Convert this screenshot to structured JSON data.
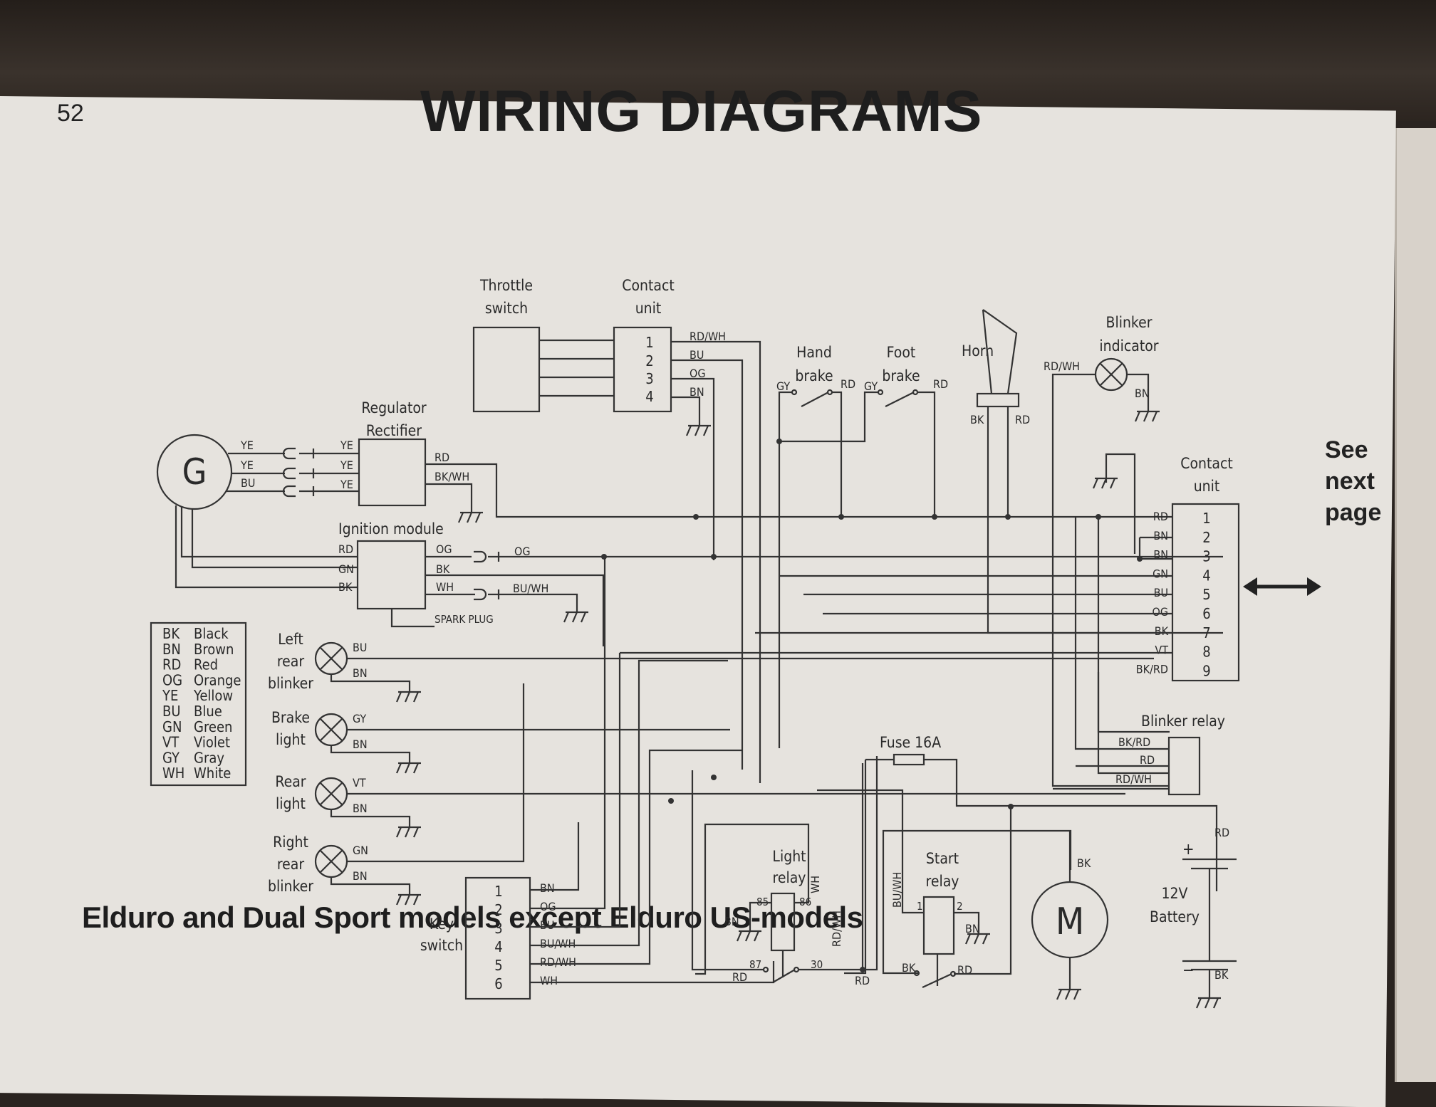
{
  "page": {
    "number": "52",
    "title": "WIRING DIAGRAMS",
    "caption": "Elduro and Dual Sport models except Elduro US-models",
    "see_next": [
      "See",
      "next",
      "page"
    ]
  },
  "legend": [
    {
      "code": "BK",
      "color": "Black"
    },
    {
      "code": "BN",
      "color": "Brown"
    },
    {
      "code": "RD",
      "color": "Red"
    },
    {
      "code": "OG",
      "color": "Orange"
    },
    {
      "code": "YE",
      "color": "Yellow"
    },
    {
      "code": "BU",
      "color": "Blue"
    },
    {
      "code": "GN",
      "color": "Green"
    },
    {
      "code": "VT",
      "color": "Violet"
    },
    {
      "code": "GY",
      "color": "Gray"
    },
    {
      "code": "WH",
      "color": "White"
    }
  ],
  "components": {
    "generator": {
      "symbol": "G",
      "wires": [
        "YE",
        "YE",
        "BU"
      ]
    },
    "regulator": {
      "name": [
        "Regulator",
        "Rectifier"
      ],
      "inputs": [
        "YE",
        "YE",
        "YE"
      ],
      "outputs": [
        "RD",
        "BK/WH"
      ]
    },
    "ignition": {
      "name": "Ignition module",
      "inputs": [
        "RD",
        "GN",
        "BK"
      ],
      "outputs": [
        "OG",
        "BK",
        "WH"
      ],
      "connector_labels": [
        "OG",
        "BU/WH"
      ],
      "spark": "SPARK PLUG"
    },
    "throttle": {
      "name": [
        "Throttle",
        "switch"
      ]
    },
    "contact_unit_top": {
      "name": [
        "Contact",
        "unit"
      ],
      "pins": [
        "1",
        "2",
        "3",
        "4"
      ],
      "wires": [
        "RD/WH",
        "BU",
        "OG",
        "BN"
      ]
    },
    "hand_brake": {
      "name": [
        "Hand",
        "brake"
      ],
      "wires": [
        "GY",
        "RD"
      ]
    },
    "foot_brake": {
      "name": [
        "Foot",
        "brake"
      ],
      "wires": [
        "GY",
        "RD"
      ]
    },
    "horn": {
      "name": "Horn",
      "wires": [
        "BK",
        "RD"
      ]
    },
    "blinker_indicator": {
      "name": [
        "Blinker",
        "indicator"
      ],
      "wires": [
        "RD/WH",
        "BN"
      ]
    },
    "contact_unit_right": {
      "name": [
        "Contact",
        "unit"
      ],
      "pins": [
        "1",
        "2",
        "3",
        "4",
        "5",
        "6",
        "7",
        "8",
        "9"
      ],
      "wires": [
        "RD",
        "BN",
        "BN",
        "GN",
        "BU",
        "OG",
        "BK",
        "VT",
        "BK/RD"
      ]
    },
    "lamps": [
      {
        "name": [
          "Left",
          "rear",
          "blinker"
        ],
        "wires": [
          "BU",
          "BN"
        ]
      },
      {
        "name": [
          "Brake",
          "light"
        ],
        "wires": [
          "GY",
          "BN"
        ]
      },
      {
        "name": [
          "Rear",
          "light"
        ],
        "wires": [
          "VT",
          "BN"
        ]
      },
      {
        "name": [
          "Right",
          "rear",
          "blinker"
        ],
        "wires": [
          "GN",
          "BN"
        ]
      }
    ],
    "blinker_relay": {
      "name": "Blinker relay",
      "wires": [
        "BK/RD",
        "RD",
        "RD/WH"
      ]
    },
    "fuse": {
      "name": "Fuse 16A"
    },
    "key_switch": {
      "name": [
        "Key",
        "switch"
      ],
      "pins": [
        "1",
        "2",
        "3",
        "4",
        "5",
        "6"
      ],
      "wires": [
        "BN",
        "OG",
        "BU",
        "BU/WH",
        "RD/WH",
        "WH"
      ]
    },
    "light_relay": {
      "name": [
        "Light",
        "relay"
      ],
      "terminals": [
        "85",
        "86",
        "87",
        "30"
      ],
      "wires": [
        "BN",
        "WH",
        "RD",
        "RD",
        "RD/WH"
      ]
    },
    "start_relay": {
      "name": [
        "Start",
        "relay"
      ],
      "terminals": [
        "1",
        "2"
      ],
      "wires": [
        "BU/WH",
        "BN",
        "BK",
        "RD"
      ]
    },
    "motor": {
      "symbol": "M",
      "wires": [
        "BK"
      ]
    },
    "battery": {
      "name": [
        "12V",
        "Battery"
      ],
      "plus": "+",
      "minus": "−",
      "wires": [
        "RD",
        "BK"
      ]
    }
  }
}
